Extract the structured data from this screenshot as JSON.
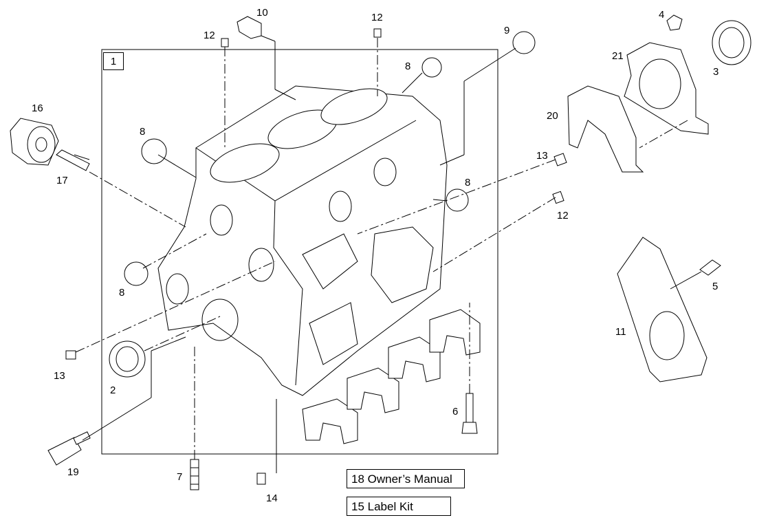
{
  "assembly_number": "1",
  "callouts": {
    "c2": "2",
    "c3": "3",
    "c4": "4",
    "c5": "5",
    "c6": "6",
    "c7": "7",
    "c8a": "8",
    "c8b": "8",
    "c8c": "8",
    "c8d": "8",
    "c9": "9",
    "c10": "10",
    "c11": "11",
    "c12a": "12",
    "c12b": "12",
    "c12c": "12",
    "c13a": "13",
    "c13b": "13",
    "c14": "14",
    "c16": "16",
    "c17": "17",
    "c19": "19",
    "c20": "20",
    "c21": "21"
  },
  "kits": {
    "owners_manual": "18 Owner’s Manual",
    "label_kit": "15 Label Kit"
  }
}
